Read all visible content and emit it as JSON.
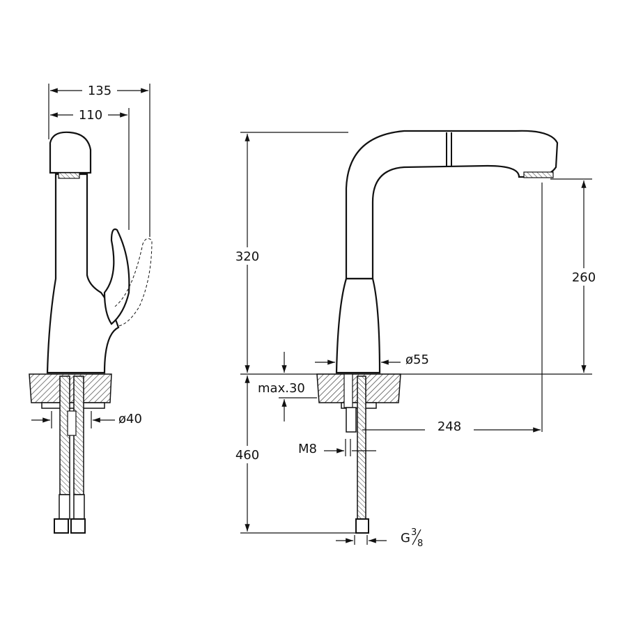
{
  "side_view": {
    "dims": {
      "overall_depth": "135",
      "spout_depth": "110",
      "shank_diameter": "ø40"
    }
  },
  "front_view": {
    "dims": {
      "total_height": "320",
      "spout_outlet_height": "260",
      "body_diameter": "ø55",
      "deck_thickness": "max.30",
      "spout_reach": "248",
      "hose_length": "460",
      "stud_thread": "M8",
      "connection_thread_base": "G",
      "connection_thread_num": "3",
      "connection_thread_den": "8"
    }
  }
}
